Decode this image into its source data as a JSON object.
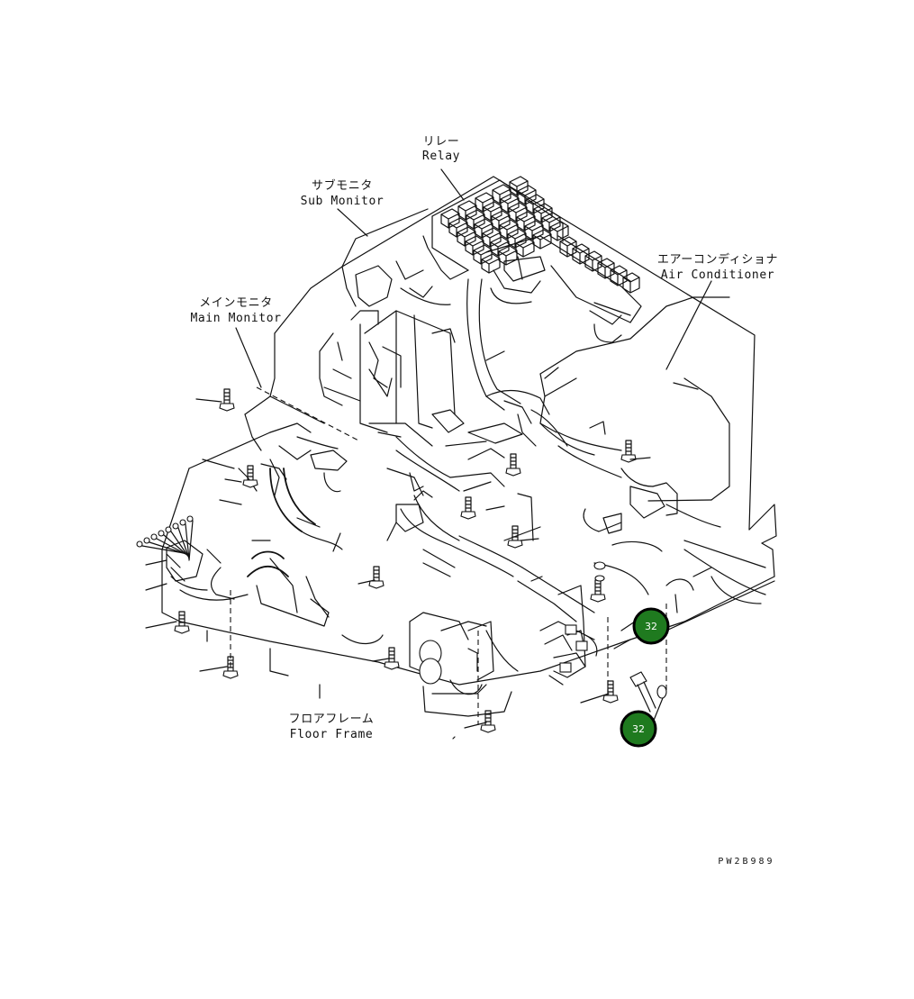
{
  "labels": {
    "relay_jp": "リレー",
    "relay_en": "Relay",
    "sub_monitor_jp": "サブモニタ",
    "sub_monitor_en": "Sub Monitor",
    "main_monitor_jp": "メインモニタ",
    "main_monitor_en": "Main Monitor",
    "air_conditioner_jp": "エアーコンディショナ",
    "air_conditioner_en": "Air Conditioner",
    "floor_frame_jp": "フロアフレーム",
    "floor_frame_en": "Floor Frame"
  },
  "callouts": [
    "32",
    "32"
  ],
  "drawing_code": "PW2B989",
  "colors": {
    "callout_fill": "#1f7a1f",
    "line": "#111111",
    "background": "#ffffff"
  }
}
